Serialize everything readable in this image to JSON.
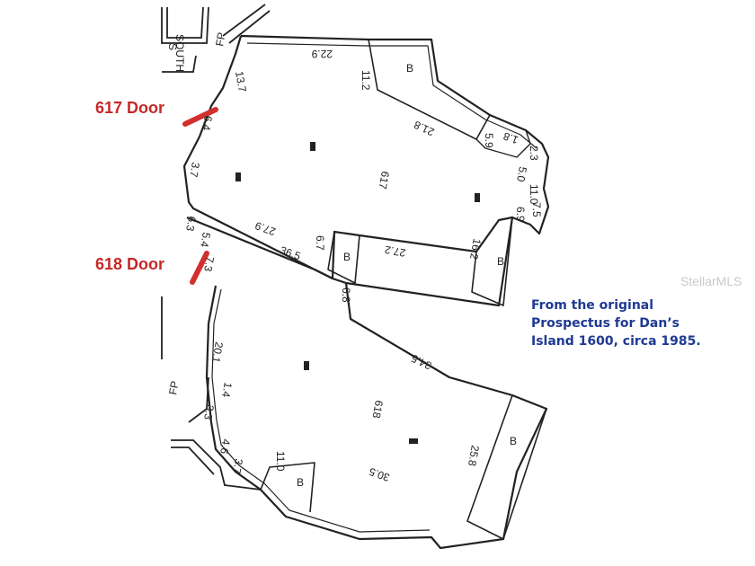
{
  "door_labels": {
    "door_617": "617 Door",
    "door_618": "618 Door"
  },
  "caption": {
    "line1": "From the original",
    "line2": "Prospectus for Dan’s",
    "line3": "Island 1600, circa 1985."
  },
  "watermark": "StellarMLS",
  "plan_labels": {
    "street": "SOUTH",
    "s": "S",
    "fp": "FP",
    "unit_617": "617",
    "unit_618": "618",
    "b": "B",
    "d137": "13.7",
    "d229": "22.9",
    "d112": "11.2",
    "d218": "21.8",
    "d59": "5.9",
    "d18": "1.8",
    "d23": "2.3",
    "d50": "5.0",
    "d110": "11.0",
    "d69": "6.9",
    "d75": "7.5",
    "d64": "6.4",
    "d37": "3.7",
    "d63": "6.3",
    "d54": "5.4",
    "d279": "27.9",
    "d67": "6.7",
    "d365": "36.5",
    "d272": "27.2",
    "d162": "16.2",
    "d73": "7.3",
    "d68": "6.8",
    "d201": "20.1",
    "d14": "1.4",
    "d345": "34.5",
    "d33": "3.3",
    "d46": "4.6",
    "d37b": "3.7",
    "d258": "25.8",
    "d305": "30.5"
  },
  "colors": {
    "door": "#d32f2f",
    "caption": "#1f3a93",
    "lines": "#222222"
  }
}
